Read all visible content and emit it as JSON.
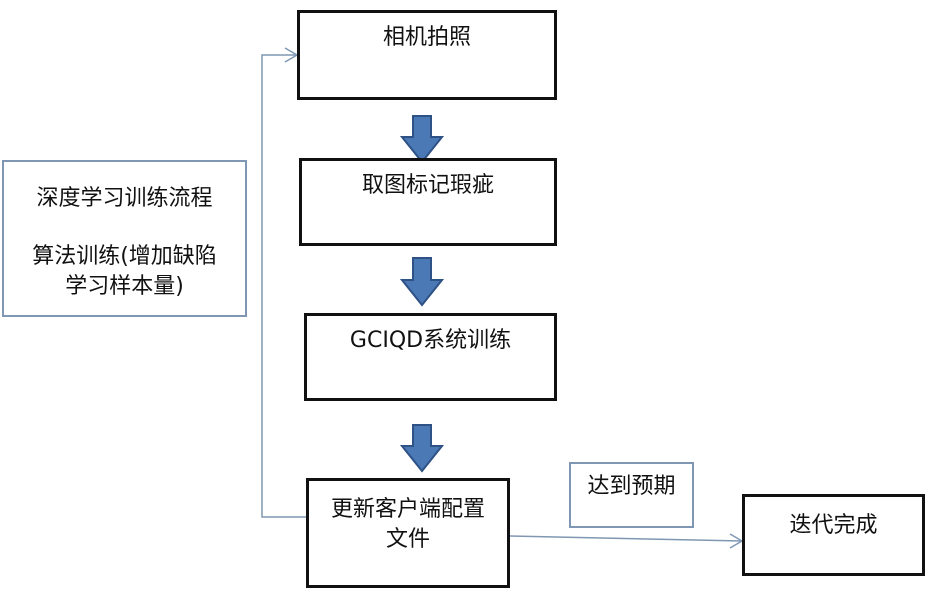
{
  "side_box": {
    "line1": "深度学习训练流程",
    "line2": "算法训练(增加缺陷",
    "line3": "学习样本量)"
  },
  "steps": [
    {
      "label": "相机拍照"
    },
    {
      "label": "取图标记瑕疵"
    },
    {
      "label": "GCIQD系统训练"
    },
    {
      "label": "更新客户端配置\n文件"
    }
  ],
  "condition_label": "达到预期",
  "final_step": "迭代完成",
  "colors": {
    "block_arrow_fill": "#4a79b6",
    "block_arrow_stroke": "#2e5285",
    "connector": "#7f97b2",
    "box_border": "#111111"
  }
}
